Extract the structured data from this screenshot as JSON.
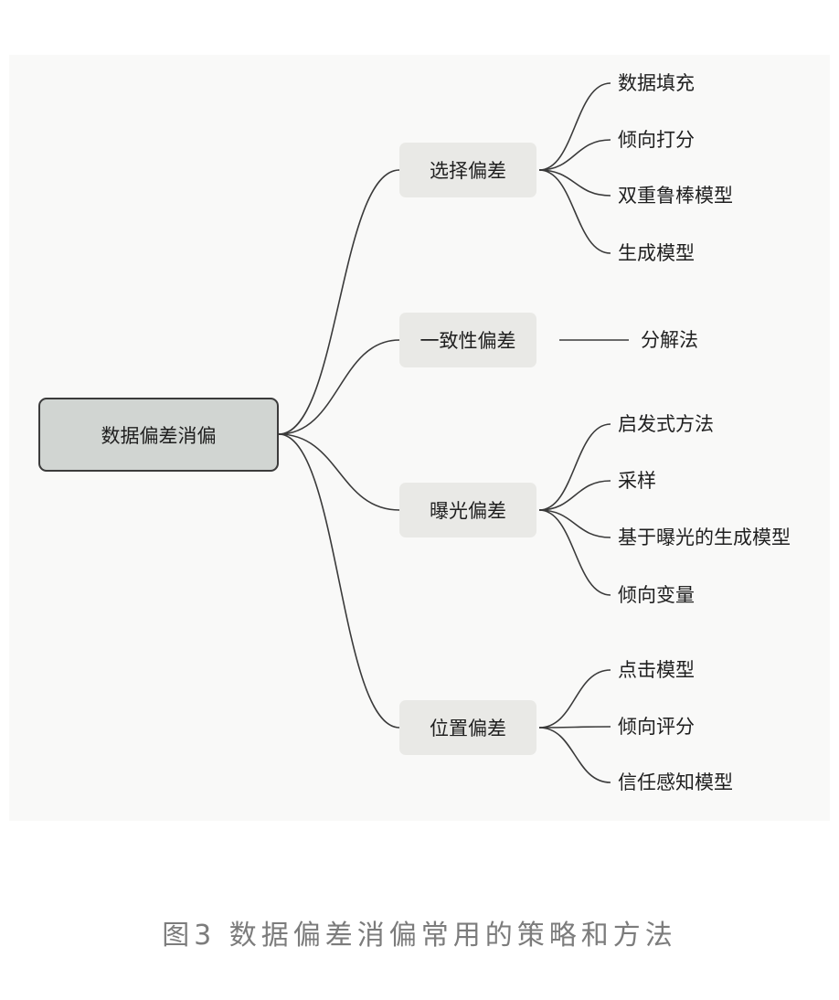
{
  "diagram": {
    "root": "数据偏差消偏",
    "branches": [
      {
        "label": "选择偏差",
        "children": [
          "数据填充",
          "倾向打分",
          "双重鲁棒模型",
          "生成模型"
        ]
      },
      {
        "label": "一致性偏差",
        "children": [
          "分解法"
        ]
      },
      {
        "label": "曝光偏差",
        "children": [
          "启发式方法",
          "采样",
          "基于曝光的生成模型",
          "倾向变量"
        ]
      },
      {
        "label": "位置偏差",
        "children": [
          "点击模型",
          "倾向评分",
          "信任感知模型"
        ]
      }
    ]
  },
  "caption": "图3 数据偏差消偏常用的策略和方法",
  "colors": {
    "root_fill": "#d1d5d2",
    "branch_fill": "#e9e9e6",
    "line": "#3a3a3a",
    "caption": "#7c7c7c"
  }
}
